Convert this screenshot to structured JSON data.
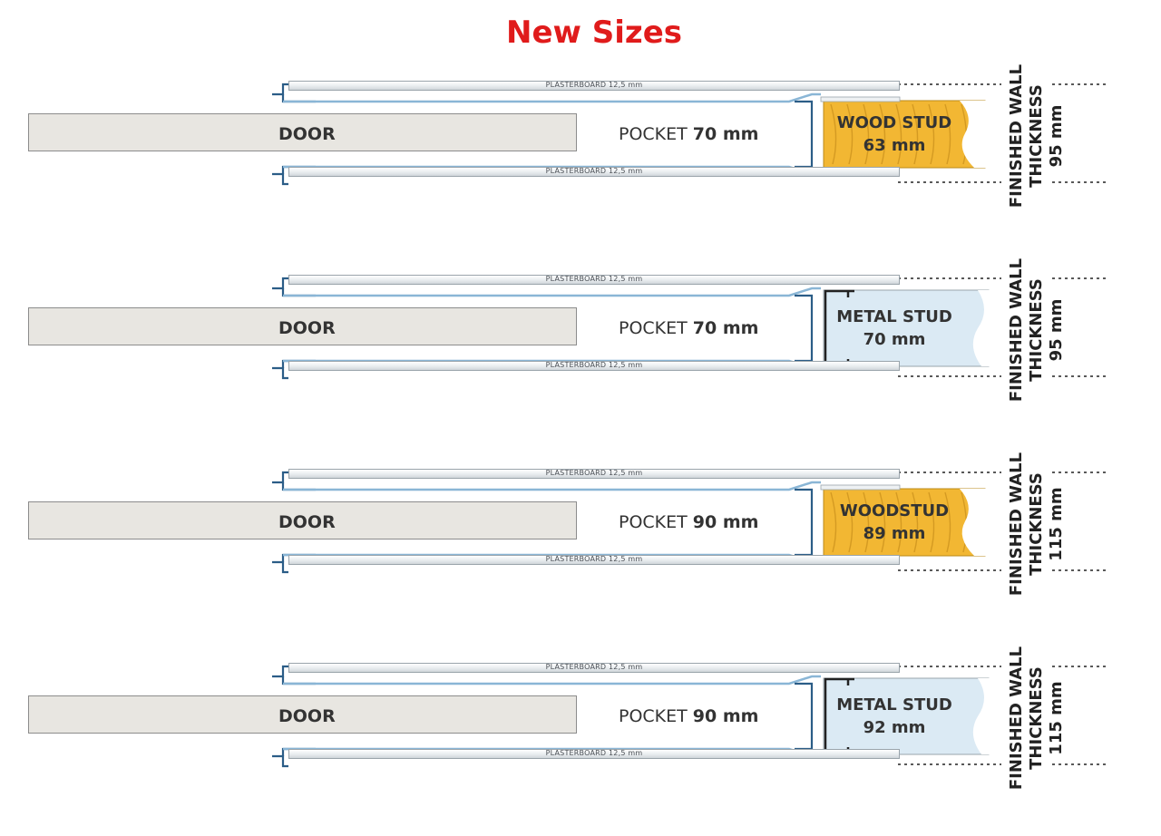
{
  "title": "New Sizes",
  "colors": {
    "title": "#e01b1b",
    "wood": "#f2b733",
    "metal": "#dbeaf4",
    "door": "#e8e6e1",
    "profile": "#2b5d87"
  },
  "rows": [
    {
      "plasterboard_top": "PLASTERBOARD 12,5 mm",
      "plasterboard_bottom": "PLASTERBOARD 12,5 mm",
      "door": "DOOR",
      "pocket_prefix": "POCKET",
      "pocket_value": "70 mm",
      "stud_line1": "WOOD STUD",
      "stud_line2": "63 mm",
      "stud_type": "wood",
      "wall_line1": "FINISHED WALL",
      "wall_line2": "THICKNESS",
      "wall_value": "95 mm"
    },
    {
      "plasterboard_top": "PLASTERBOARD 12,5 mm",
      "plasterboard_bottom": "PLASTERBOARD 12,5 mm",
      "door": "DOOR",
      "pocket_prefix": "POCKET",
      "pocket_value": "70 mm",
      "stud_line1": "METAL STUD",
      "stud_line2": "70 mm",
      "stud_type": "metal",
      "wall_line1": "FINISHED WALL",
      "wall_line2": "THICKNESS",
      "wall_value": "95 mm"
    },
    {
      "plasterboard_top": "PLASTERBOARD 12,5 mm",
      "plasterboard_bottom": "PLASTERBOARD 12,5 mm",
      "door": "DOOR",
      "pocket_prefix": "POCKET",
      "pocket_value": "90 mm",
      "stud_line1": "WOODSTUD",
      "stud_line2": "89 mm",
      "stud_type": "wood",
      "wall_line1": "FINISHED WALL",
      "wall_line2": "THICKNESS",
      "wall_value": "115 mm"
    },
    {
      "plasterboard_top": "PLASTERBOARD 12,5 mm",
      "plasterboard_bottom": "PLASTERBOARD 12,5 mm",
      "door": "DOOR",
      "pocket_prefix": "POCKET",
      "pocket_value": "90 mm",
      "stud_line1": "METAL STUD",
      "stud_line2": "92 mm",
      "stud_type": "metal",
      "wall_line1": "FINISHED WALL",
      "wall_line2": "THICKNESS",
      "wall_value": "115 mm"
    }
  ]
}
